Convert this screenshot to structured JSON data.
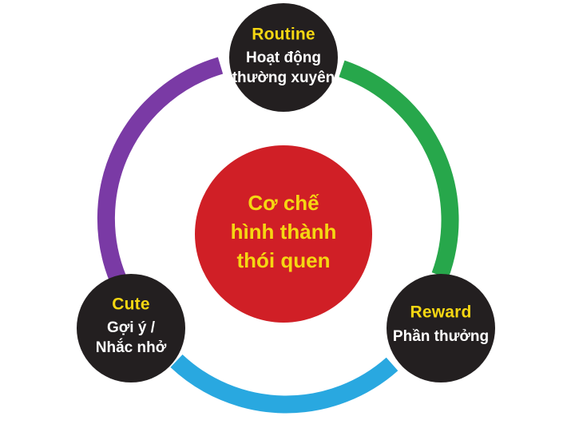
{
  "diagram": {
    "type": "cycle-diagram",
    "center": {
      "lines": [
        "Cơ chế",
        "hình thành",
        "thói quen"
      ],
      "fill_color": "#D01F26",
      "text_color": "#F5D712"
    },
    "nodes": [
      {
        "id": "routine",
        "position": "top",
        "title": "Routine",
        "subtitle_lines": [
          "Hoạt động",
          "thường xuyên"
        ],
        "fill_color": "#231F20",
        "title_color": "#F5D712",
        "subtitle_color": "#FFFFFF"
      },
      {
        "id": "reward",
        "position": "bottom-right",
        "title": "Reward",
        "subtitle_lines": [
          "Phần thưởng"
        ],
        "fill_color": "#231F20",
        "title_color": "#F5D712",
        "subtitle_color": "#FFFFFF"
      },
      {
        "id": "cute",
        "position": "bottom-left",
        "title": "Cute",
        "subtitle_lines": [
          "Gợi ý /",
          "Nhắc nhở"
        ],
        "fill_color": "#231F20",
        "title_color": "#F5D712",
        "subtitle_color": "#FFFFFF"
      }
    ],
    "arcs": [
      {
        "id": "arc-routine-to-reward",
        "from": "routine",
        "to": "reward",
        "color": "#27A74B"
      },
      {
        "id": "arc-reward-to-cute",
        "from": "reward",
        "to": "cute",
        "color": "#29A8E0"
      },
      {
        "id": "arc-cute-to-routine",
        "from": "cute",
        "to": "routine",
        "color": "#7A3AA5"
      }
    ],
    "background_color": "#FFFFFF"
  }
}
